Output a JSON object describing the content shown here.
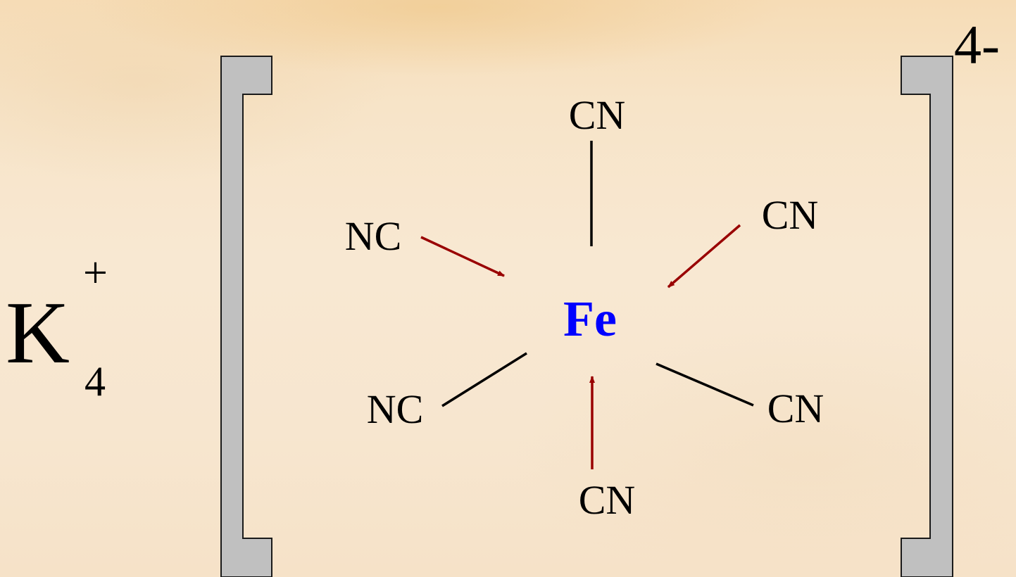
{
  "cation": {
    "symbol": "K",
    "subscript": "4",
    "charge": "+"
  },
  "complex": {
    "charge": "4-",
    "center": {
      "symbol": "Fe",
      "color": "#0000ff"
    },
    "ligands": {
      "top": "CN",
      "upper_left": "NC",
      "upper_right": "CN",
      "lower_left": "NC",
      "lower_right": "CN",
      "bottom": "CN"
    }
  },
  "colors": {
    "bond": "#000000",
    "coordinate_arrow": "#990000",
    "bracket_fill": "#c0c0c0",
    "bracket_stroke": "#1a1a1a"
  }
}
